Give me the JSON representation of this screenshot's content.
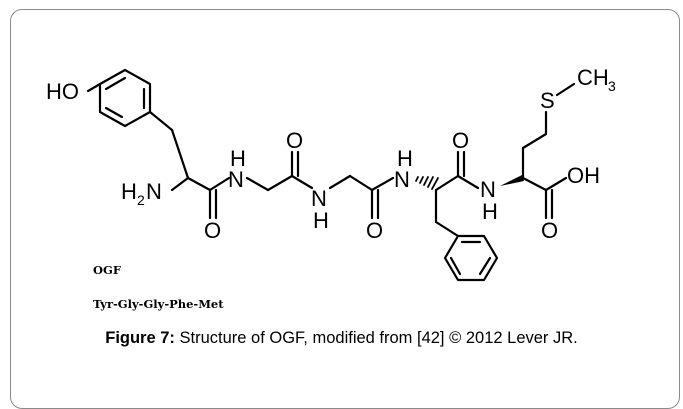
{
  "molecule": {
    "atoms": {
      "ho": "HO",
      "h2n": "H",
      "h2n_sub": "2",
      "h2n_n": "N",
      "nh1_h": "H",
      "nh1_n": "N",
      "o1": "O",
      "o2": "O",
      "nh2_n": "N",
      "nh2_h": "H",
      "o3": "O",
      "nh3_h": "H",
      "nh3_n": "N",
      "o4": "O",
      "nh4_n": "N",
      "nh4_h": "H",
      "oh": "OH",
      "o5": "O",
      "s": "S",
      "ch3": "CH",
      "ch3_sub": "3"
    }
  },
  "labels": {
    "name": "OGF",
    "sequence": "Tyr-Gly-Gly-Phe-Met"
  },
  "caption": {
    "figure_label": "Figure 7:",
    "text": " Structure of OGF, modified from [42] © 2012 Lever JR."
  }
}
